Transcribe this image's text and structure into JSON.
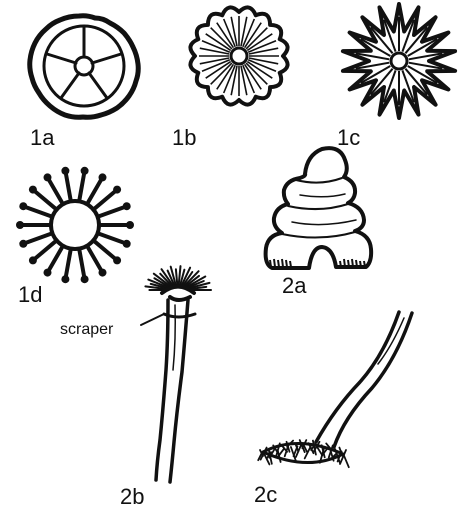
{
  "labels": {
    "fig_1a": "1a",
    "fig_1b": "1b",
    "fig_1c": "1c",
    "fig_1d": "1d",
    "fig_2a": "2a",
    "fig_2b": "2b",
    "fig_2c": "2c"
  },
  "annotations": {
    "scraper": "scraper"
  },
  "colors": {
    "ink": "#111111",
    "paper": "#ffffff"
  }
}
